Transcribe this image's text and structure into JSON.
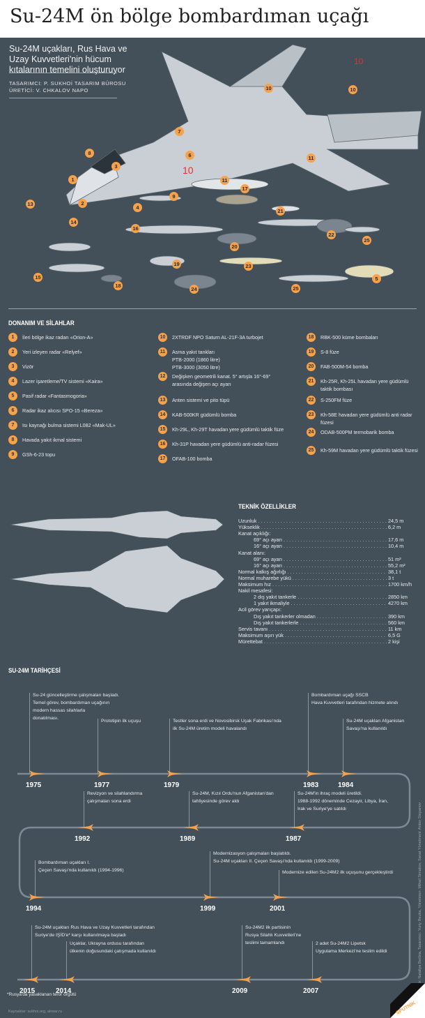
{
  "header": {
    "title": "Su-24M ön bölge bombardıman uçağı",
    "subtitle": "Su-24M uçakları, Rus Hava ve Uzay Kuvvetleri'nin hücum kıtalarının temelini oluşturuyor",
    "designer": "TASARIMCI: P. SUKHOİ TASARIM BÜROSU",
    "manufacturer": "ÜRETİCİ: V. CHKALOV NAPO"
  },
  "colors": {
    "background": "#434f59",
    "accent": "#f6a24a",
    "title_band": "#ffffff",
    "aircraft": "#c9cfd5"
  },
  "callouts": [
    "1",
    "2",
    "3",
    "4",
    "5",
    "6",
    "7",
    "8",
    "9",
    "10",
    "10",
    "11",
    "11",
    "13",
    "14",
    "15",
    "16",
    "17",
    "18",
    "19",
    "20",
    "21",
    "22",
    "23",
    "24",
    "25",
    "25"
  ],
  "aircraft_markings": {
    "tail_number": "10"
  },
  "equipment": {
    "heading": "DONANIM VE SİLAHLAR",
    "items": [
      {
        "n": "1",
        "text": "İleri bölge ikaz radarı «Orion-A»"
      },
      {
        "n": "2",
        "text": "Yeri izleyen radar «Relyef»"
      },
      {
        "n": "3",
        "text": "Vizör"
      },
      {
        "n": "4",
        "text": "Lazer işaretleme/TV sistemi «Kaira»"
      },
      {
        "n": "5",
        "text": "Pasif radar «Fantasmogoria»"
      },
      {
        "n": "6",
        "text": "Radar ikaz alıcısı SPO-15 «Bereza»"
      },
      {
        "n": "7",
        "text": "Isı kaynağı bulma sistemi L082 «Mak-UL»"
      },
      {
        "n": "8",
        "text": "Havada yakıt ikmal sistemi"
      },
      {
        "n": "9",
        "text": "GSh-6-23 topu"
      },
      {
        "n": "10",
        "text": "2XTRDF NPO Saturn AL-21F-3A turbojet"
      },
      {
        "n": "11",
        "text": "Asma yakıt tankları\nPTB-2000 (1860 litre)\nPTB-3000 (3050 litre)"
      },
      {
        "n": "12",
        "text": "Değişken geometrili kanat. 5° artışla 16°-69°\narasında değişen açı ayarı"
      },
      {
        "n": "13",
        "text": "Anten sistemi ve pito tüpü"
      },
      {
        "n": "14",
        "text": "KAB-500KR güdümlü bomba"
      },
      {
        "n": "15",
        "text": "Kh-29L, Kh-29T havadan yere güdümlü taktik füze"
      },
      {
        "n": "16",
        "text": "Kh-31P havadan yere güdümlü anti-radar füzesi"
      },
      {
        "n": "17",
        "text": "OFAB-100 bomba"
      },
      {
        "n": "18",
        "text": "RBK-500 küme bombaları"
      },
      {
        "n": "19",
        "text": "S-8 füze"
      },
      {
        "n": "20",
        "text": "FAB-500M-54 bomba"
      },
      {
        "n": "21",
        "text": "Kh-25R, Kh-25L havadan yere güdümlü\ntaktik bombası"
      },
      {
        "n": "22",
        "text": "S-250FM füze"
      },
      {
        "n": "23",
        "text": "Kh-58E havadan yere güdümlü anti radar\nfüzesi"
      },
      {
        "n": "24",
        "text": "ODAB-500PM termobarik bomba"
      },
      {
        "n": "25",
        "text": "Kh-59M havadan yere güdümlü taktik füzesi"
      }
    ]
  },
  "specs": {
    "heading": "TEKNİK ÖZELLİKLER",
    "rows": [
      {
        "label": "Uzunluk",
        "value": "24,5 m",
        "indent": 0
      },
      {
        "label": "Yükseklik",
        "value": "6,2 m",
        "indent": 0
      },
      {
        "label": "Kanat açıklığı:",
        "value": "",
        "indent": 0
      },
      {
        "label": "69° açı ayarı",
        "value": "17,6 m",
        "indent": 1
      },
      {
        "label": "16° açı ayarı",
        "value": "10,4 m",
        "indent": 1
      },
      {
        "label": "Kanat alanı:",
        "value": "",
        "indent": 0
      },
      {
        "label": "69° açı ayarı",
        "value": "51 m²",
        "indent": 1
      },
      {
        "label": "16° açı ayarı",
        "value": "55,2 m²",
        "indent": 1
      },
      {
        "label": "Normal kalkış ağırlığı",
        "value": "38,1 t",
        "indent": 0
      },
      {
        "label": "Normal muharebe yükü",
        "value": "3 t",
        "indent": 0
      },
      {
        "label": "Maksimum hız",
        "value": "1700 km/h",
        "indent": 0
      },
      {
        "label": "Nakil mesafesi:",
        "value": "",
        "indent": 0
      },
      {
        "label": "2 dış yakıt tankerle",
        "value": "2850 km",
        "indent": 2
      },
      {
        "label": "1 yakıt ikmaliyle",
        "value": "4270 km",
        "indent": 2
      },
      {
        "label": "Acil görev yarıçapı:",
        "value": "",
        "indent": 0
      },
      {
        "label": "Dış yakıt tankerler olmadan",
        "value": "390 km",
        "indent": 2
      },
      {
        "label": "Dış yakıt tankerlerle",
        "value": "560 km",
        "indent": 2
      },
      {
        "label": "Servis tavanı",
        "value": "11 km",
        "indent": 0
      },
      {
        "label": "Maksimum aşırı yük",
        "value": "6,5 G",
        "indent": 0
      },
      {
        "label": "Mürettebat",
        "value": "2 kişi",
        "indent": 0
      }
    ]
  },
  "timeline": {
    "heading": "SU-24M TARİHÇESİ",
    "events": [
      {
        "year": "1975",
        "text": "Su-24 güncelleştirme çalışmaları başladı.\nTemel görev, bombardıman uçağının\nmodern hassas silahlarla\ndonatılması."
      },
      {
        "year": "1977",
        "text": "Prototipin ilk uçuşu"
      },
      {
        "year": "1979",
        "text": "Testler sona erdi ve Novosibirsk Uçak Fabrikası'nda\nilk Su-24M üretim modeli havalandı"
      },
      {
        "year": "1983",
        "text": "Bombardıman uçağı SSCB\nHava Kuvvetleri tarafından hizmete alındı"
      },
      {
        "year": "1984",
        "text": "Su-24M uçakları Afganistan\nSavaşı'na kullanıldı"
      },
      {
        "year": "1992",
        "text": "Revizyon ve silahlandırma\nçalışmaları sona erdi"
      },
      {
        "year": "1989",
        "text": "Su-24M, Kızıl Ordu'nun Afganistan'dan\ntahliyesinde görev aldı"
      },
      {
        "year": "1987",
        "text": "Su-24M'in ihraç modeli üretildi.\n1988-1992 döneminde Cezayir, Libya, İran,\nIrak ve Suriye'ye satıldı"
      },
      {
        "year": "1994",
        "text": "Bombardıman uçakları I.\nÇeçen Savaşı'nda kullanıldı (1994-1996)"
      },
      {
        "year": "1999",
        "text": "Modernizasyon çalışmaları başlatıldı.\nSu-24M uçakları II. Çeçen Savaşı'nda kullanıldı (1999-2009)"
      },
      {
        "year": "2001",
        "text": "Modernize edilen Su-24M2 ilk uçuşunu gerçekleştirdi"
      },
      {
        "year": "2015",
        "text": "Su-24M uçakları Rus Hava ve Uzay Kuvvetleri tarafından\nSuriye'de IŞİD'e* karşı kullanılmaya başladı"
      },
      {
        "year": "2014",
        "text": "Uçaklar, Ukrayna ordusu tarafından\nülkenin doğusundaki çatışmada kullanıldı"
      },
      {
        "year": "2009",
        "text": "Su-24M2 ilk partisinin\nRusya Silahlı Kuvvetleri'ne\nteslimi tamamlandı"
      },
      {
        "year": "2007",
        "text": "2 adet Su-24M2 Lipetsk\nUygulama Merkezi'ne teslim edildi"
      }
    ]
  },
  "footer": {
    "footnote": "*Rusya'da yasaklanan terör örgütü",
    "sources": "Kaynaklar: sukhoi.org, airwar.ru",
    "credits": "Editör: Nataliya Berlina, Tasarımcı: Yuriy Reuka, Yönetmen: Mihail Simakov, Sanat Yönetmeni: Anton Stepanov",
    "logo": "SPUTNIK"
  }
}
